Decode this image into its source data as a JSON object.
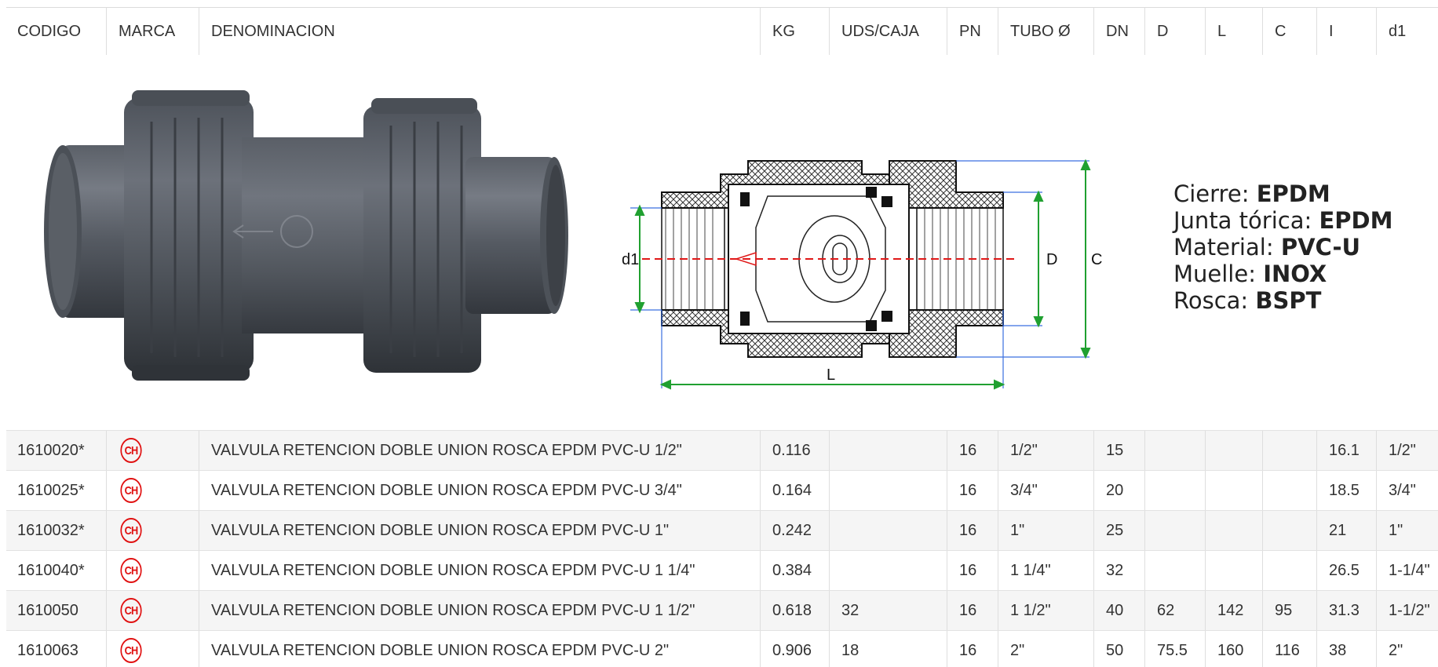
{
  "columns": [
    "CODIGO",
    "MARCA",
    "DENOMINACION",
    "KG",
    "UDS/CAJA",
    "PN",
    "TUBO Ø",
    "DN",
    "D",
    "L",
    "C",
    "I",
    "d1"
  ],
  "drawing_labels": {
    "d1": "d1",
    "D": "D",
    "C": "C",
    "L": "L"
  },
  "specs": [
    {
      "label": "Cierre: ",
      "value": "EPDM"
    },
    {
      "label": "Junta tórica: ",
      "value": "EPDM"
    },
    {
      "label": "Material: ",
      "value": "PVC-U"
    },
    {
      "label": "Muelle: ",
      "value": "INOX"
    },
    {
      "label": "Rosca: ",
      "value": "BSPT"
    }
  ],
  "brand_badge": "CH",
  "rows": [
    {
      "codigo": "1610020*",
      "denominacion": "VALVULA RETENCION DOBLE UNION ROSCA EPDM PVC-U 1/2\"",
      "kg": "0.116",
      "uds": "",
      "pn": "16",
      "tubo": "1/2\"",
      "dn": "15",
      "D": "",
      "L": "",
      "C": "",
      "I": "16.1",
      "d1": "1/2\""
    },
    {
      "codigo": "1610025*",
      "denominacion": "VALVULA RETENCION DOBLE UNION ROSCA EPDM PVC-U 3/4\"",
      "kg": "0.164",
      "uds": "",
      "pn": "16",
      "tubo": "3/4\"",
      "dn": "20",
      "D": "",
      "L": "",
      "C": "",
      "I": "18.5",
      "d1": "3/4\""
    },
    {
      "codigo": "1610032*",
      "denominacion": "VALVULA RETENCION DOBLE UNION ROSCA EPDM PVC-U 1\"",
      "kg": "0.242",
      "uds": "",
      "pn": "16",
      "tubo": "1\"",
      "dn": "25",
      "D": "",
      "L": "",
      "C": "",
      "I": "21",
      "d1": "1\""
    },
    {
      "codigo": "1610040*",
      "denominacion": "VALVULA RETENCION DOBLE UNION ROSCA EPDM PVC-U 1 1/4\"",
      "kg": "0.384",
      "uds": "",
      "pn": "16",
      "tubo": "1 1/4\"",
      "dn": "32",
      "D": "",
      "L": "",
      "C": "",
      "I": "26.5",
      "d1": "1-1/4\""
    },
    {
      "codigo": "1610050",
      "denominacion": "VALVULA RETENCION DOBLE UNION ROSCA EPDM PVC-U 1 1/2\"",
      "kg": "0.618",
      "uds": "32",
      "pn": "16",
      "tubo": "1 1/2\"",
      "dn": "40",
      "D": "62",
      "L": "142",
      "C": "95",
      "I": "31.3",
      "d1": "1-1/2\""
    },
    {
      "codigo": "1610063",
      "denominacion": "VALVULA RETENCION DOBLE UNION ROSCA EPDM PVC-U 2\"",
      "kg": "0.906",
      "uds": "18",
      "pn": "16",
      "tubo": "2\"",
      "dn": "50",
      "D": "75.5",
      "L": "160",
      "C": "116",
      "I": "38",
      "d1": "2\""
    }
  ]
}
